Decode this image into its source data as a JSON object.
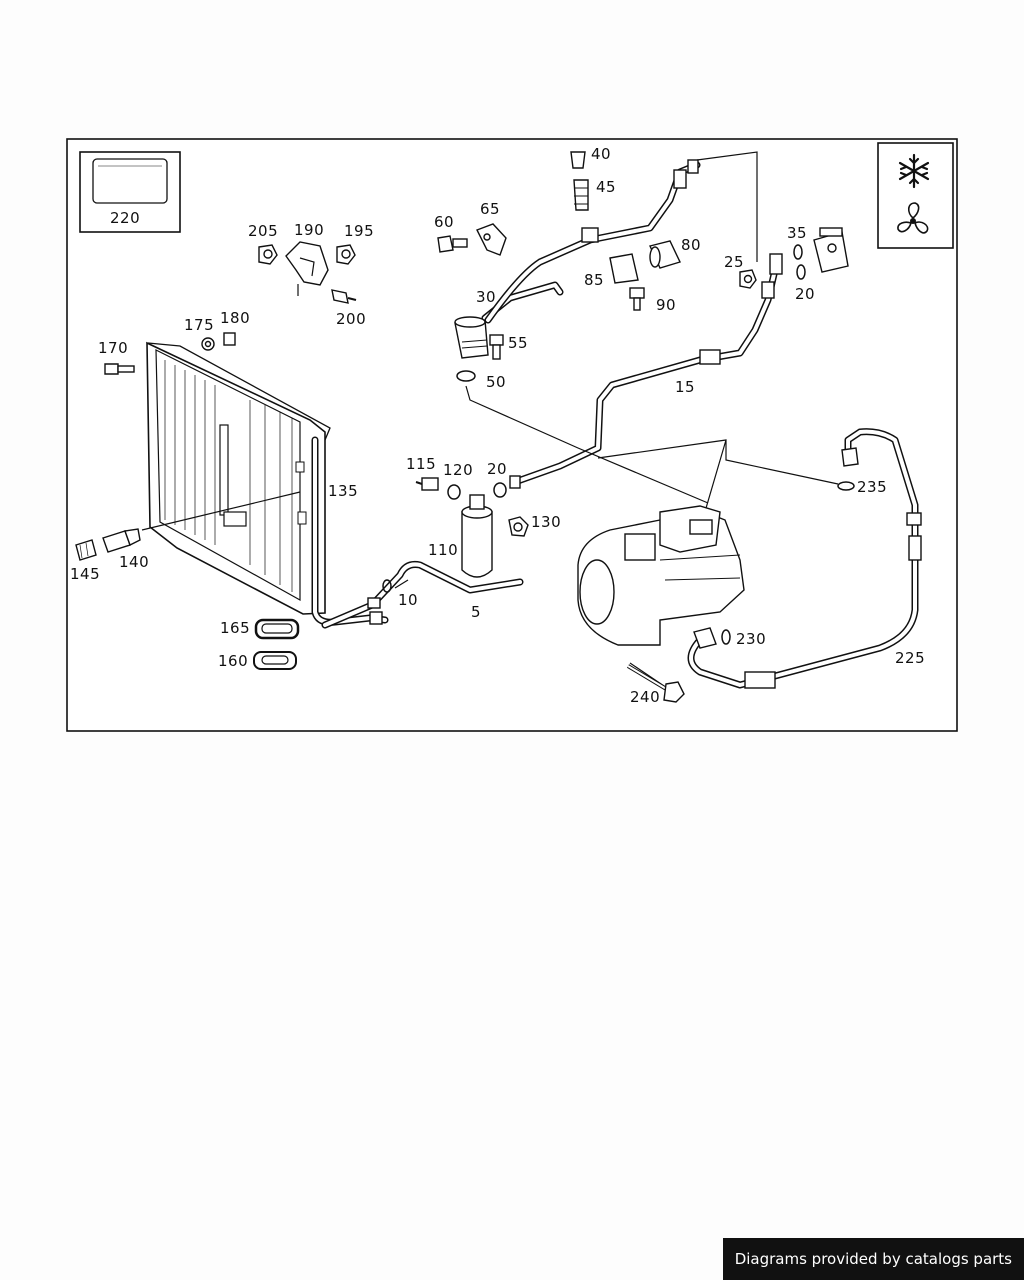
{
  "labels": {
    "l220": "220",
    "l205": "205",
    "l190": "190",
    "l195": "195",
    "l200": "200",
    "l175": "175",
    "l180": "180",
    "l170": "170",
    "l135": "135",
    "l145": "145",
    "l140": "140",
    "l165": "165",
    "l160": "160",
    "l60": "60",
    "l65": "65",
    "l40": "40",
    "l45": "45",
    "l80": "80",
    "l85": "85",
    "l90": "90",
    "l30": "30",
    "l55": "55",
    "l50": "50",
    "l25": "25",
    "l35": "35",
    "l20a": "20",
    "l15": "15",
    "l115": "115",
    "l120": "120",
    "l20b": "20",
    "l130": "130",
    "l110": "110",
    "l10": "10",
    "l5": "5",
    "l235": "235",
    "l230": "230",
    "l225": "225",
    "l240": "240"
  },
  "icons": [
    "snowflake-icon",
    "fan-icon"
  ],
  "footer": "Diagrams provided by catalogs parts"
}
